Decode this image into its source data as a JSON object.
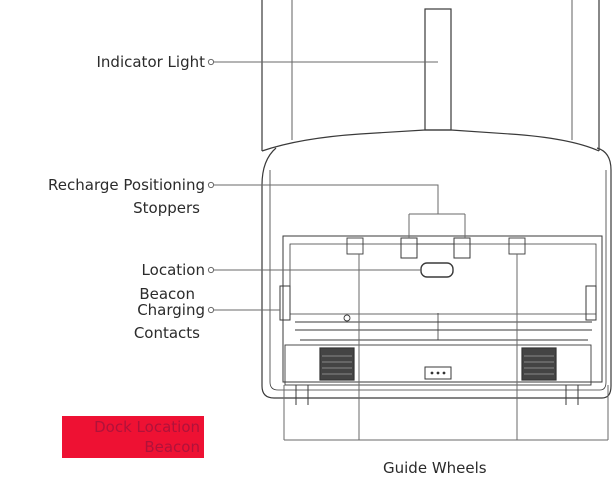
{
  "labels": {
    "indicator_light": "Indicator Light",
    "recharge_line1": "Recharge Positioning",
    "recharge_line2": "Stoppers",
    "location_beacon_line1": "Location",
    "location_beacon_line2": "Beacon",
    "charging_line1": "Charging",
    "charging_line2": "Contacts",
    "guide_wheels": "Guide Wheels"
  },
  "badge": {
    "line1": "Dock Location",
    "line2": "Beacon",
    "fill_color": "#ee1133"
  },
  "colors": {
    "line": "#3a3a3a",
    "leader": "#6a6a6a",
    "text": "#2b2b2b"
  }
}
